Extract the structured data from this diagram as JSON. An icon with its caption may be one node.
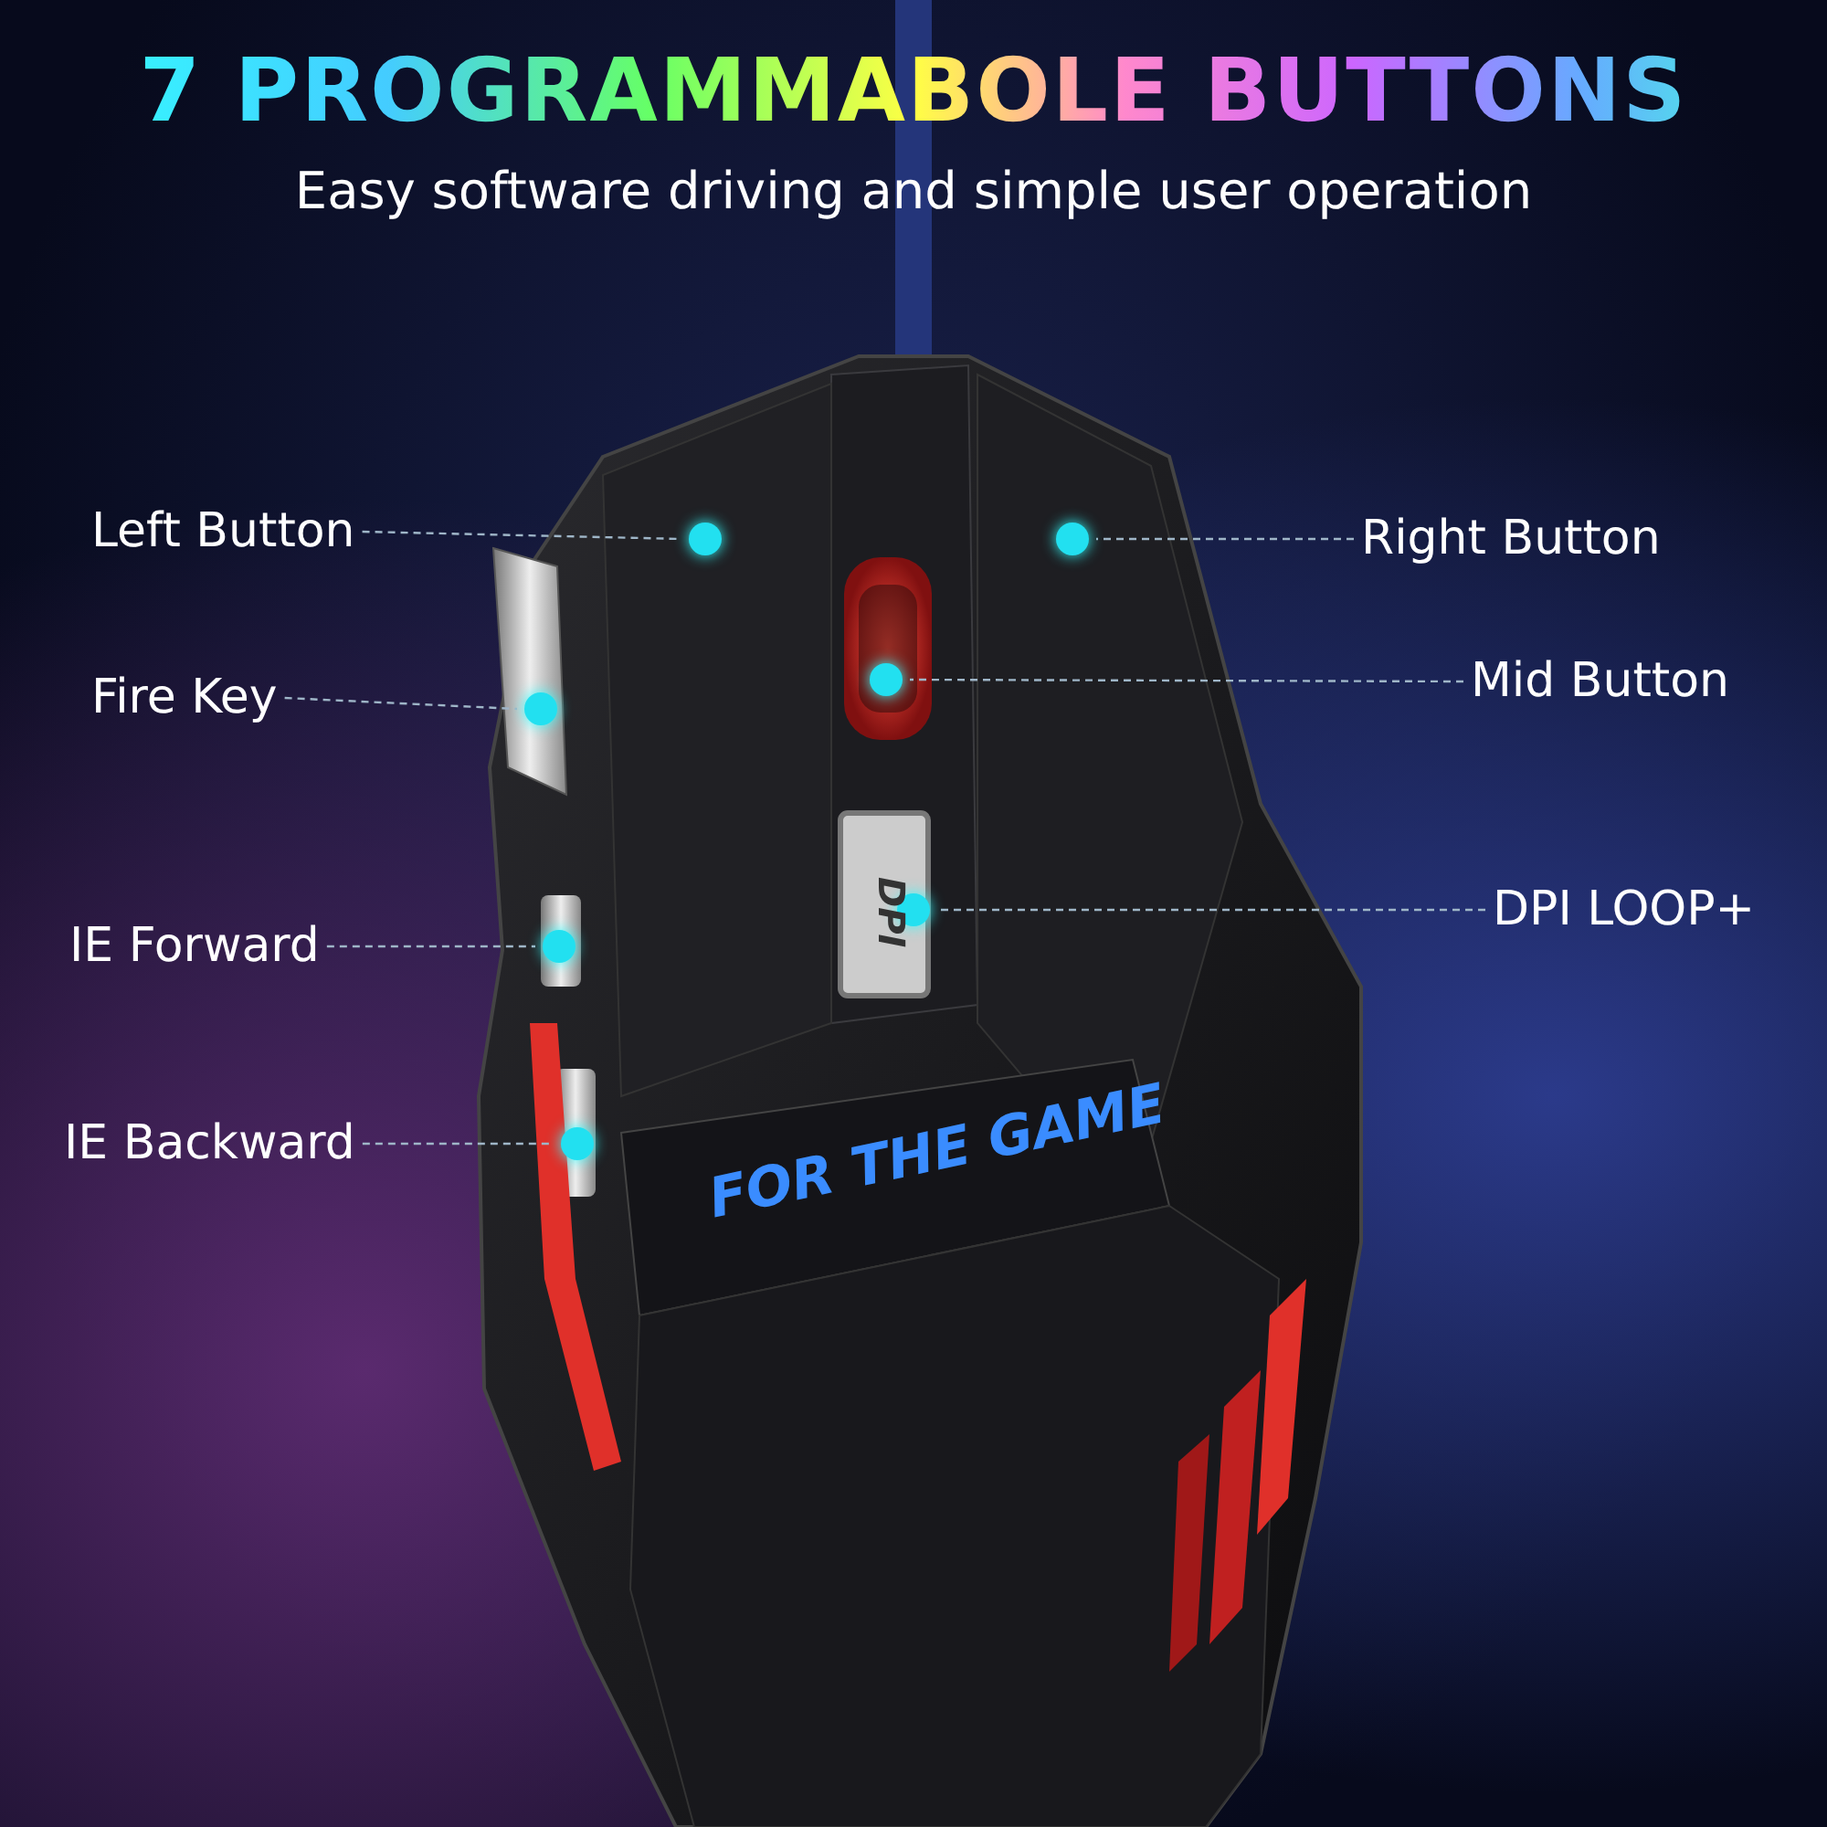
{
  "diagram": {
    "title": "7 PROGRAMMABOLE BUTTONS",
    "caption": "Easy software driving and simple user operation",
    "nodes": [
      {
        "text": [
          "Left Button"
        ]
      },
      {
        "text": [],
        "shape": "circle"
      },
      {
        "text": [
          "Right Button"
        ]
      },
      {
        "text": [],
        "shape": "circle"
      },
      {
        "text": [
          "Fire Key"
        ]
      },
      {
        "text": [],
        "shape": "circle"
      },
      {
        "text": [
          "Mid Button"
        ]
      },
      {
        "text": [],
        "shape": "circle"
      },
      {
        "text": [
          "IE Forward"
        ]
      },
      {
        "text": [],
        "shape": "circle"
      },
      {
        "text": [
          "DPI LOOP+"
        ]
      },
      {
        "text": [],
        "shape": "circle"
      },
      {
        "text": [
          "IE Backward"
        ]
      },
      {
        "text": [],
        "shape": "circle"
      }
    ],
    "edges": [
      {
        "from": 0,
        "to": 1,
        "arrow": "none",
        "style": "dashed"
      },
      {
        "from": 2,
        "to": 3,
        "arrow": "none",
        "style": "dashed"
      },
      {
        "from": 4,
        "to": 5,
        "arrow": "none",
        "style": "dashed"
      },
      {
        "from": 6,
        "to": 7,
        "arrow": "none",
        "style": "dashed"
      },
      {
        "from": 8,
        "to": 9,
        "arrow": "none",
        "style": "dashed"
      },
      {
        "from": 10,
        "to": 11,
        "arrow": "none",
        "style": "dashed"
      },
      {
        "from": 12,
        "to": 13,
        "arrow": "none",
        "style": "dashed"
      }
    ],
    "labels": [
      "DPI",
      "FOR THE GAME"
    ]
  }
}
